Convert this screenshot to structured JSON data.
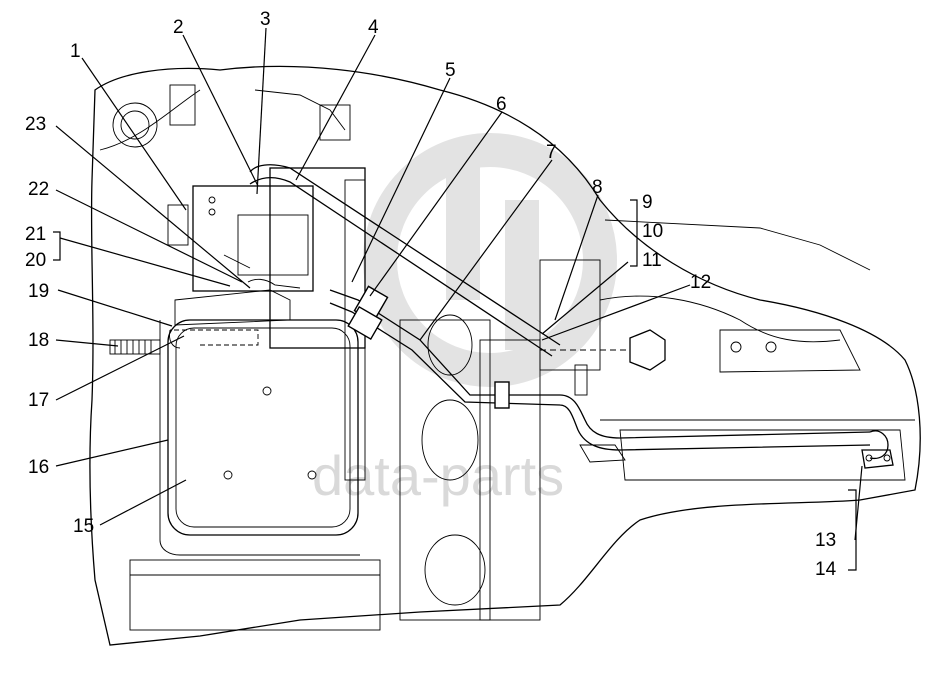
{
  "watermark": {
    "text": "data-parts",
    "color": "#d9d9d9"
  },
  "callouts": [
    {
      "id": "c1",
      "label": "1"
    },
    {
      "id": "c2",
      "label": "2"
    },
    {
      "id": "c3",
      "label": "3"
    },
    {
      "id": "c4",
      "label": "4"
    },
    {
      "id": "c5",
      "label": "5"
    },
    {
      "id": "c6",
      "label": "6"
    },
    {
      "id": "c7",
      "label": "7"
    },
    {
      "id": "c8",
      "label": "8"
    },
    {
      "id": "c9",
      "label": "9"
    },
    {
      "id": "c10",
      "label": "10"
    },
    {
      "id": "c11",
      "label": "11"
    },
    {
      "id": "c12",
      "label": "12"
    },
    {
      "id": "c13",
      "label": "13"
    },
    {
      "id": "c14",
      "label": "14"
    },
    {
      "id": "c15",
      "label": "15"
    },
    {
      "id": "c16",
      "label": "16"
    },
    {
      "id": "c17",
      "label": "17"
    },
    {
      "id": "c18",
      "label": "18"
    },
    {
      "id": "c19",
      "label": "19"
    },
    {
      "id": "c20",
      "label": "20"
    },
    {
      "id": "c21",
      "label": "21"
    },
    {
      "id": "c22",
      "label": "22"
    },
    {
      "id": "c23",
      "label": "23"
    }
  ]
}
